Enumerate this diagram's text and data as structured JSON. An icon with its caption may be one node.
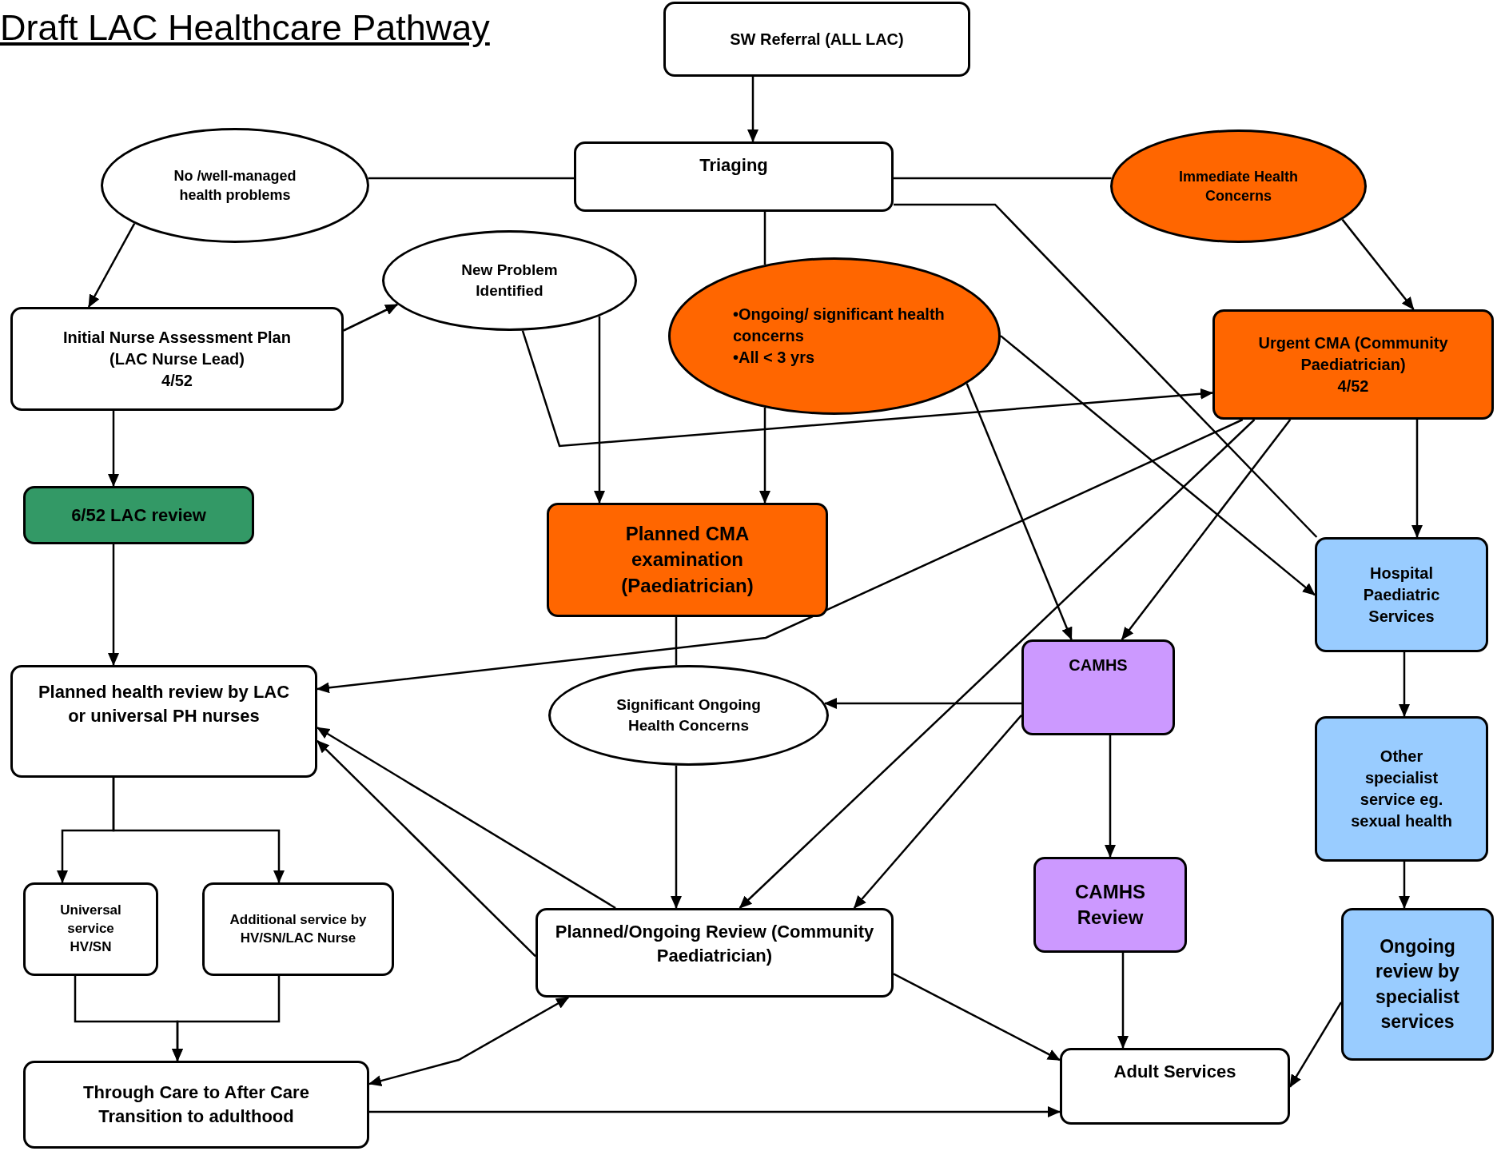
{
  "diagram": {
    "title": "Draft LAC Healthcare Pathway",
    "nodes": [
      {
        "text": [
          "SW Referral (ALL LAC)"
        ]
      },
      {
        "text": [
          "Triaging"
        ]
      },
      {
        "text": [
          "No /well-managed health problems"
        ]
      },
      {
        "text": [
          "Immediate Health Concerns"
        ]
      },
      {
        "text": [
          "New Problem Identified"
        ]
      },
      {
        "text": [
          "•Ongoing/ significant health concerns",
          "•All < 3 yrs"
        ]
      },
      {
        "text": [
          "Initial Nurse Assessment Plan (LAC Nurse Lead)",
          "4/52"
        ]
      },
      {
        "text": [
          "Urgent CMA (Community Paediatrician)",
          "4/52"
        ]
      },
      {
        "text": [
          "6/52 LAC review"
        ]
      },
      {
        "text": [
          "Planned CMA examination (Paediatrician)"
        ]
      },
      {
        "text": [
          "Hospital Paediatric Services"
        ]
      },
      {
        "text": [
          "CAMHS"
        ]
      },
      {
        "text": [
          "Planned health review by LAC or universal PH nurses"
        ]
      },
      {
        "text": [
          "Significant Ongoing Health Concerns"
        ]
      },
      {
        "text": [
          "Other specialist service eg. sexual health"
        ]
      },
      {
        "text": [
          "Universal service HV/SN"
        ]
      },
      {
        "text": [
          "Additional service by HV/SN/LAC Nurse"
        ]
      },
      {
        "text": [
          "CAMHS Review"
        ]
      },
      {
        "text": [
          "Planned/Ongoing Review (Community Paediatrician)"
        ]
      },
      {
        "text": [
          "Ongoing review by specialist services"
        ]
      },
      {
        "text": [
          "Through Care to After Care Transition to adulthood"
        ]
      },
      {
        "text": [
          "Adult Services"
        ]
      }
    ],
    "edges": [
      {
        "from": 0,
        "to": 1,
        "arrow": "to"
      },
      {
        "from": 1,
        "to": 2,
        "arrow": "none"
      },
      {
        "from": 1,
        "to": 3,
        "arrow": "none"
      },
      {
        "from": 2,
        "to": 6,
        "arrow": "to"
      },
      {
        "from": 1,
        "to": 10,
        "arrow": "none"
      },
      {
        "from": 1,
        "to": 5,
        "arrow": "none"
      },
      {
        "from": 3,
        "to": 7,
        "arrow": "to"
      },
      {
        "from": 6,
        "to": 4,
        "arrow": "to"
      },
      {
        "from": 6,
        "to": 8,
        "arrow": "to"
      },
      {
        "from": 4,
        "to": 9,
        "arrow": "to"
      },
      {
        "from": 4,
        "to": 7,
        "arrow": "to"
      },
      {
        "from": 5,
        "to": 9,
        "arrow": "to"
      },
      {
        "from": 5,
        "to": 11,
        "arrow": "to"
      },
      {
        "from": 5,
        "to": 10,
        "arrow": "to"
      },
      {
        "from": 7,
        "to": 10,
        "arrow": "to"
      },
      {
        "from": 7,
        "to": 12,
        "arrow": "to"
      },
      {
        "from": 7,
        "to": 18,
        "arrow": "to"
      },
      {
        "from": 7,
        "to": 11,
        "arrow": "to"
      },
      {
        "from": 8,
        "to": 12,
        "arrow": "to"
      },
      {
        "from": 9,
        "to": 13,
        "arrow": "none"
      },
      {
        "from": 11,
        "to": 13,
        "arrow": "to"
      },
      {
        "from": 13,
        "to": 18,
        "arrow": "to"
      },
      {
        "from": 11,
        "to": 17,
        "arrow": "to"
      },
      {
        "from": 11,
        "to": 18,
        "arrow": "to"
      },
      {
        "from": 10,
        "to": 14,
        "arrow": "to"
      },
      {
        "from": 14,
        "to": 19,
        "arrow": "to"
      },
      {
        "from": 12,
        "to": 15,
        "arrow": "to"
      },
      {
        "from": 12,
        "to": 16,
        "arrow": "to"
      },
      {
        "from": 18,
        "to": 12,
        "arrow": "to"
      },
      {
        "from": 18,
        "to": 12,
        "arrow": "to"
      },
      {
        "from": 15,
        "to": 20,
        "arrow": "to"
      },
      {
        "from": 16,
        "to": 20,
        "arrow": "to"
      },
      {
        "from": 20,
        "to": 18,
        "arrow": "both"
      },
      {
        "from": 20,
        "to": 21,
        "arrow": "to"
      },
      {
        "from": 18,
        "to": 21,
        "arrow": "to"
      },
      {
        "from": 17,
        "to": 21,
        "arrow": "to"
      },
      {
        "from": 19,
        "to": 21,
        "arrow": "to"
      }
    ]
  }
}
